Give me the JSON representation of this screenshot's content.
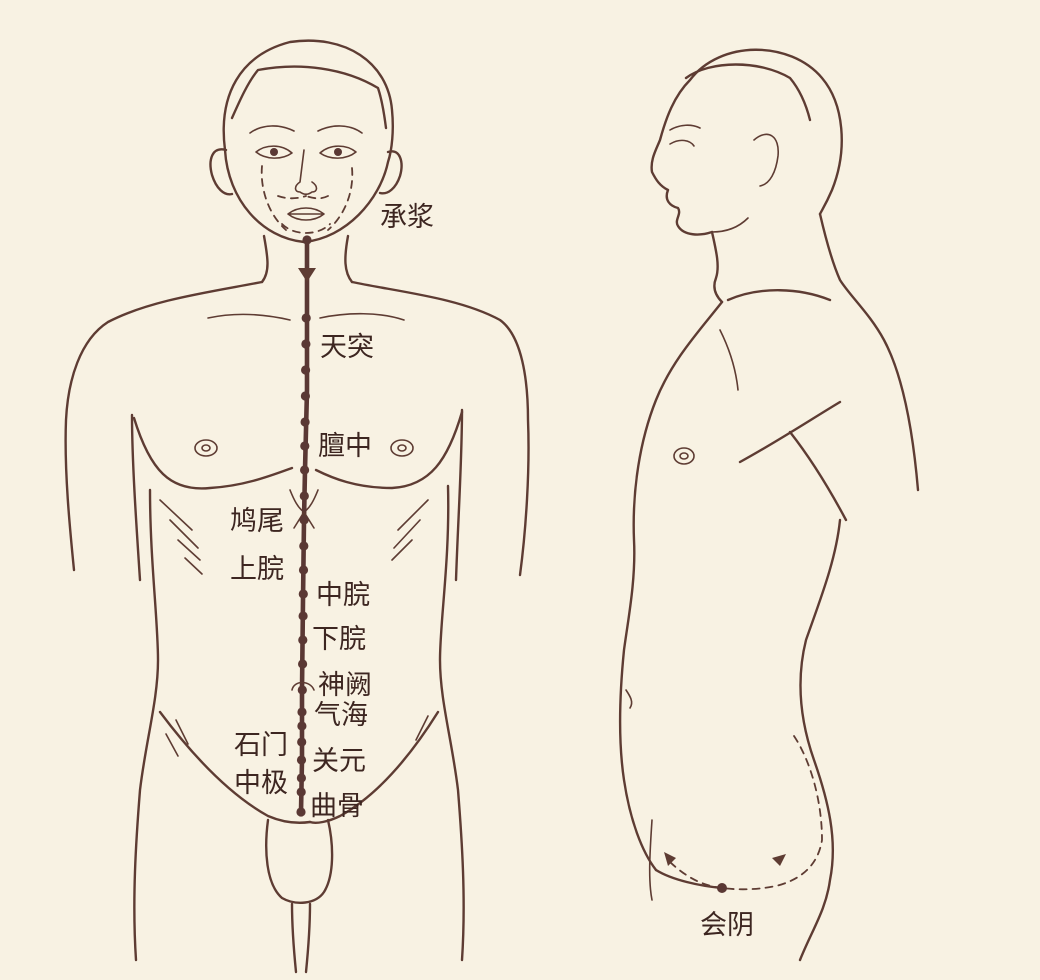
{
  "front_figure": {
    "acupoints": [
      "承浆",
      "天突",
      "膻中",
      "鸠尾",
      "上脘",
      "中脘",
      "下脘",
      "神阙",
      "气海",
      "石门",
      "关元",
      "中极",
      "曲骨"
    ]
  },
  "side_figure": {
    "acupoints": [
      "会阴"
    ]
  },
  "colors": {
    "background": "#f8f2e3",
    "line": "#5e3c33",
    "meridian": "#5a3834",
    "label": "#3d2621"
  }
}
